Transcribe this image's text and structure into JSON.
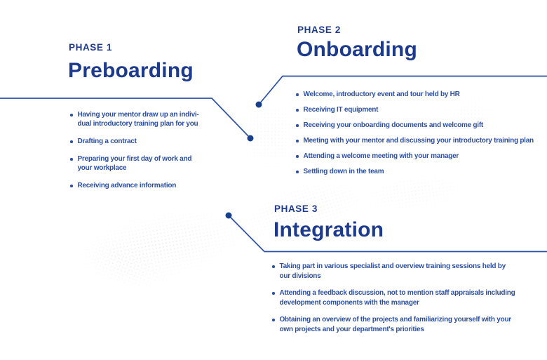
{
  "colors": {
    "heading": "#1c3a8e",
    "body": "#2b4fa5",
    "line": "#2d51a8",
    "dot": "#17418f",
    "background": "#ffffff",
    "watermark": "#c9c9c9"
  },
  "phases": [
    {
      "label": "PHASE 1",
      "title": "Preboarding",
      "items": [
        "Having your mentor draw up an indivi-\ndual introductory training plan for you",
        "Drafting a contract",
        "Preparing your first day of work and\nyour workplace",
        "Receiving advance information"
      ]
    },
    {
      "label": "PHASE 2",
      "title": "Onboarding",
      "items": [
        "Welcome, introductory event and tour held by HR",
        "Receiving IT equipment",
        "Receiving your onboarding documents and welcome gift",
        "Meeting with your mentor and discussing your introductory training plan",
        "Attending a welcome meeting with your manager",
        "Settling down in the team"
      ]
    },
    {
      "label": "PHASE 3",
      "title": "Integration",
      "items": [
        "Taking part in various specialist and overview training sessions held by\nour divisions",
        "Attending a feedback discussion, not to mention staff appraisals including\ndevelopment components with the manager",
        "Obtaining an overview of the projects and familiarizing yourself with your\nown projects and your department's priorities"
      ]
    }
  ]
}
